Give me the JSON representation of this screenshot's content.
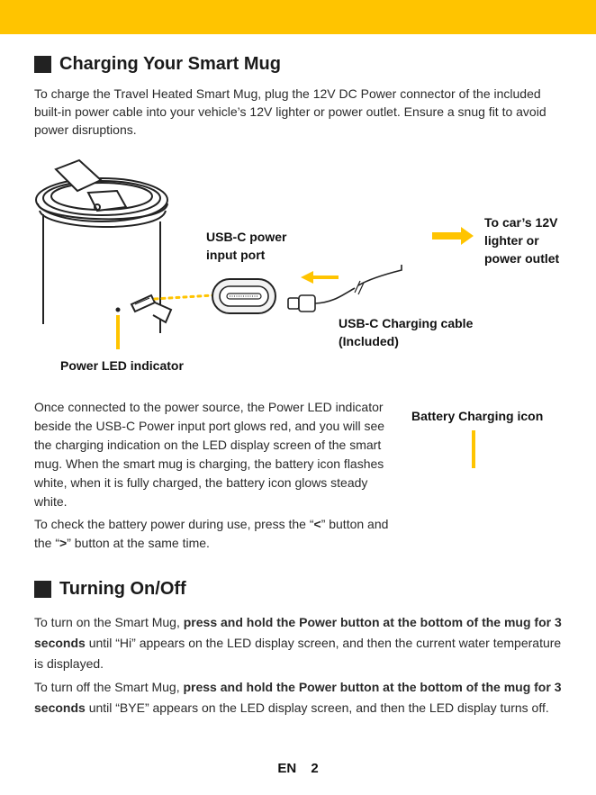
{
  "charging": {
    "title": "Charging Your Smart Mug",
    "intro": "To charge the Travel Heated Smart Mug, plug the 12V DC Power connector of the included built-in power cable into your vehicle’s 12V lighter or power outlet. Ensure a snug fit to avoid power disruptions.",
    "label_usb_port_1": "USB-C power",
    "label_usb_port_2": "input port",
    "label_car_1": "To car’s 12V",
    "label_car_2": "lighter or",
    "label_car_3": "power outlet",
    "label_cable_1": "USB-C Charging cable",
    "label_cable_2": "(Included)",
    "label_led": "Power LED indicator",
    "label_battery": "Battery Charging icon",
    "body_1": "Once connected to the power source, the Power LED indicator beside the USB-C Power input port glows red, and you will see the charging indication on the LED display screen of the smart mug. When the smart mug is charging, the battery icon flashes white, when it is fully charged, the battery icon glows steady white.",
    "body_2_pre": "To check the battery power during use, press the “",
    "body_2_lt": "<",
    "body_2_mid": "” button and the “",
    "body_2_gt": ">",
    "body_2_post": "” button at the same time."
  },
  "onoff": {
    "title": "Turning On/Off",
    "on_pre": "To turn on the Smart Mug, ",
    "on_bold": "press and hold the Power button at the bottom of the mug for 3 seconds",
    "on_post": " until “Hi” appears on the LED display screen, and  then the current water temperature is displayed.",
    "off_pre": "To turn off the Smart Mug, ",
    "off_bold": "press and hold the Power button at the bottom of the mug for 3 seconds",
    "off_post": " until “BYE” appears on the LED display screen, and  then the LED display turns off."
  },
  "footer": {
    "lang": "EN",
    "page": "2"
  },
  "colors": {
    "accent": "#FFC400",
    "text": "#222222"
  }
}
